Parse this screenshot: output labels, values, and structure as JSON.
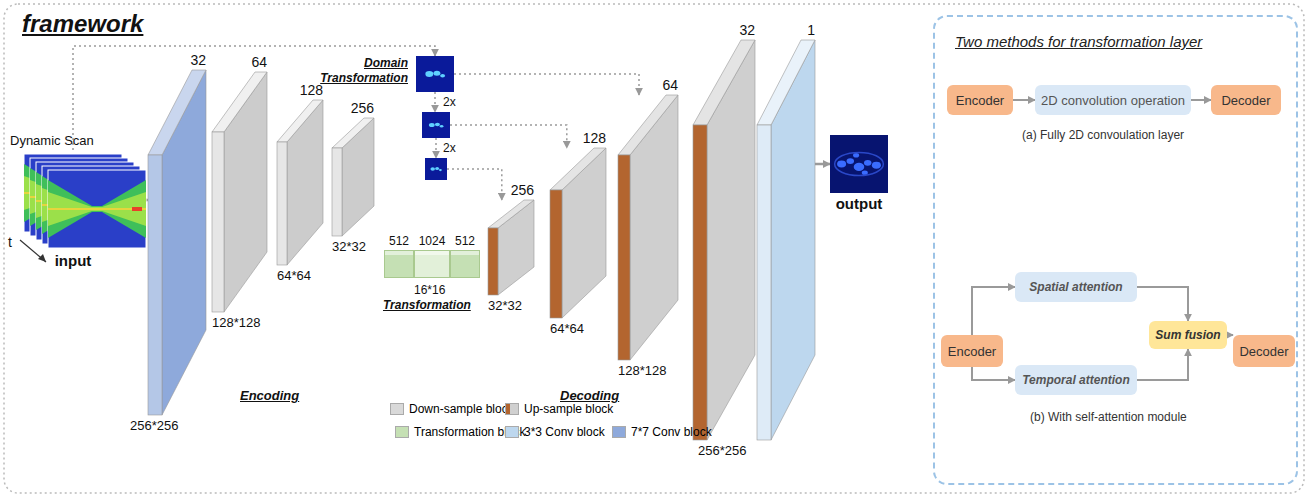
{
  "diagram": {
    "title": "framework",
    "nodes": [
      {
        "text": [
          "Dynamic Scan",
          "input"
        ]
      },
      {
        "text": [
          "32",
          "256*256"
        ]
      },
      {
        "text": [
          "64",
          "128*128"
        ]
      },
      {
        "text": [
          "128",
          "64*64"
        ]
      },
      {
        "text": [
          "256",
          "32*32"
        ]
      },
      {
        "text": [
          "512"
        ]
      },
      {
        "text": [
          "1024"
        ]
      },
      {
        "text": [
          "512"
        ]
      },
      {
        "text": [
          "256",
          "32*32"
        ]
      },
      {
        "text": [
          "128",
          "64*64"
        ]
      },
      {
        "text": [
          "64",
          "128*128"
        ]
      },
      {
        "text": [
          "32",
          "256*256"
        ]
      },
      {
        "text": [
          "1"
        ]
      },
      {
        "text": [
          "output"
        ]
      },
      {
        "text": [
          "Domain Transformation"
        ]
      },
      {
        "text": [
          "2x"
        ]
      },
      {
        "text": [
          "2x"
        ]
      },
      {
        "text": [
          "Two methods for transformation layer"
        ]
      },
      {
        "text": [
          "Encoder"
        ],
        "in": 17
      },
      {
        "text": [
          "2D convolution operation"
        ],
        "in": 17
      },
      {
        "text": [
          "Decoder"
        ],
        "in": 17
      },
      {
        "text": [
          "Encoder"
        ],
        "in": 17
      },
      {
        "text": [
          "Spatial attention"
        ],
        "in": 17
      },
      {
        "text": [
          "Temporal attention"
        ],
        "in": 17
      },
      {
        "text": [
          "Sum fusion"
        ],
        "in": 17
      },
      {
        "text": [
          "Decoder"
        ],
        "in": 17
      }
    ],
    "edges": [
      {
        "from": 0,
        "to": 1,
        "arrow": "to"
      },
      {
        "from": 12,
        "to": 13,
        "arrow": "to"
      },
      {
        "from": 0,
        "to": 14,
        "arrow": "to"
      },
      {
        "from": 14,
        "to": 15,
        "arrow": "to"
      },
      {
        "from": 15,
        "to": 16,
        "arrow": "to"
      },
      {
        "from": 14,
        "to": 10,
        "arrow": "to"
      },
      {
        "from": 15,
        "to": 9,
        "arrow": "to"
      },
      {
        "from": 16,
        "to": 8,
        "arrow": "to"
      },
      {
        "from": 18,
        "to": 19,
        "arrow": "to"
      },
      {
        "from": 19,
        "to": 20,
        "arrow": "to"
      },
      {
        "from": 21,
        "to": 22,
        "arrow": "to"
      },
      {
        "from": 21,
        "to": 23,
        "arrow": "to"
      },
      {
        "from": 22,
        "to": 24,
        "arrow": "to"
      },
      {
        "from": 23,
        "to": 24,
        "arrow": "to"
      },
      {
        "from": 24,
        "to": 25,
        "arrow": "to"
      }
    ],
    "labels": [
      "t",
      "16*16",
      "Transformation",
      "Encoding",
      "Decoding",
      "(a) Fully 2D convoulation layer",
      "(b) With self-attention module"
    ],
    "legend": [
      {
        "text": "Down-sample block",
        "color": "#d9d9d9"
      },
      {
        "text": "Up-sample block"
      },
      {
        "text": "Transformation block",
        "color": "#c5e0b4"
      },
      {
        "text": "3*3 Conv block",
        "color": "#bdd7ee"
      },
      {
        "text": "7*7 Conv block",
        "color": "#8ea9db"
      }
    ]
  }
}
